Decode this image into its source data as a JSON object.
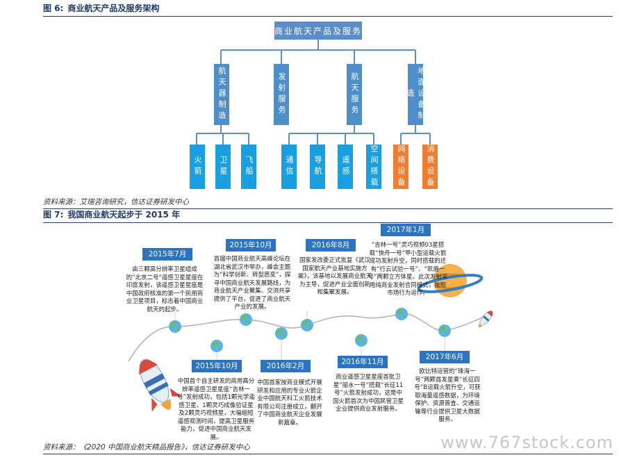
{
  "figure6": {
    "title_num": "图 6:",
    "title": "商业航天产品及服务架构",
    "root": "商业航天产品及服务",
    "branches": [
      {
        "label": "航天器制造",
        "children": [
          "火箭",
          "卫星",
          "飞船"
        ]
      },
      {
        "label": "发射服务",
        "children": []
      },
      {
        "label": "航天服务",
        "children": [
          "通信",
          "导航",
          "遥感",
          "空间搭载"
        ]
      },
      {
        "label": "地面设备制造",
        "children": [
          "网络设备",
          "消费设备"
        ]
      }
    ],
    "source": "资料来源：艾瑞咨询研究，信达证券研发中心"
  },
  "figure7": {
    "title_num": "图 7:",
    "title": "我国商业航天起步于 2015 年",
    "events": [
      {
        "date": "2015年7月",
        "text": "由三颗高分辨率卫星组成的“北京二号”遥感卫星星座在印度发射，该遥感卫星星座是中国政府核准的第一个民用商业卫星项目，标志着中国商业航天的起步。"
      },
      {
        "date": "2015年10月",
        "text": "首届中国商业航天高峰论坛在湖北省武汉市举办，峰会主题为“科学创新、转型思变”，探寻中国商业航天发展路线，为商业航天产业聚集、交流共享提供了平台，促进了商业航天产业的发展。"
      },
      {
        "date": "2016年8月",
        "text": "国家发改委正式批复《武汉国家航天产业基地实施方案》，该基地以发展商业航天为主导，促进产业全面创新和集聚发展。"
      },
      {
        "date": "2017年1月",
        "text": "“吉林一号”灵巧视频03星搭载“快舟一号”甲小型运载火箭成功发射升空，同时搭载的还有“行云试验一号”、“凯盾一号”两颗立方体星。此次发射采用纯商业发射合同模式，按照市场行为运作。"
      },
      {
        "date": "2015年10月",
        "text": "中国首个自主研发的商用高分辨率遥感卫星星座“吉林一号”发射成功，包括1颗光学遥感卫星、1颗灵巧成像验证星及2颗灵巧视频星，大幅缩短遥感观测时间，提高卫星服务能力，促进中国商业航天发展。"
      },
      {
        "date": "2016年2月",
        "text": "中国首家按商业模式开展研发和应用的专业火箭企业中国航天科工火箭技术有限公司注册成立，翻开了中国商业航天企业发展新篇章。"
      },
      {
        "date": "2016年11月",
        "text": "商业遥感卫星星座首批卫星“丽水一号”搭载“长征11号”火箭发射成功，这是中国火箭首次为中国民营卫星企业提供商业发射服务。"
      },
      {
        "date": "2017年6月",
        "text": "欧比特运营的“珠海一号”两颗首发星乘“长征四号”B运载火箭升空，可获取海量遥感数据，为环境保护、资源普查、交通运输等行业提供卫星大数据服务。"
      }
    ],
    "source": "资料来源：《2020 中国商业航天精品报告》，信达证券研发中心",
    "watermark": "www.767stock.com"
  },
  "colors": {
    "top": "#5b8ec8",
    "mid": "#4e8ecb",
    "blue": "#1aa0e0",
    "orange": "#f07d30",
    "badge": "#2b73c3"
  }
}
